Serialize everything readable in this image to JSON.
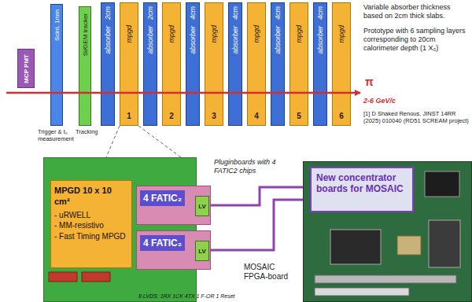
{
  "diagram": {
    "nodes": [
      {
        "text": [
          "MCP PMT"
        ]
      },
      {
        "text": [
          "Scint. 1mm"
        ]
      },
      {
        "text": [
          "Si/GEM tracker"
        ]
      },
      {
        "text": [
          "2cm",
          "absorber"
        ]
      },
      {
        "text": [
          "mpgd",
          "1"
        ]
      },
      {
        "text": [
          "2cm",
          "absorber"
        ]
      },
      {
        "text": [
          "mpgd",
          "2"
        ]
      },
      {
        "text": [
          "4cm",
          "absorber"
        ]
      },
      {
        "text": [
          "mpgd",
          "3"
        ]
      },
      {
        "text": [
          "4cm",
          "absorber"
        ]
      },
      {
        "text": [
          "mpgd",
          "4"
        ]
      },
      {
        "text": [
          "4cm",
          "absorber"
        ]
      },
      {
        "text": [
          "mpgd",
          "5"
        ]
      },
      {
        "text": [
          "4cm",
          "absorber"
        ]
      },
      {
        "text": [
          "mpgd",
          "6"
        ]
      },
      {
        "text": [
          "8 LVDS: 1RX 1CK 4TX 1 F-OR 1 Reset"
        ]
      },
      {
        "text": [
          "MPGD 10 x 10 cm²",
          "- uRWELL",
          "- MM-resistivo",
          "- Fast Timing MPGD"
        ],
        "in": 15
      },
      {
        "text": [
          "4 FATIC₂"
        ],
        "in": 15
      },
      {
        "text": [
          "LV"
        ],
        "in": 17
      },
      {
        "text": [
          "4 FATIC₂"
        ],
        "in": 15
      },
      {
        "text": [
          "LV"
        ],
        "in": 19
      },
      {
        "text": [
          "MOSAIC FPGA-board"
        ]
      },
      {
        "text": [
          "New concentrator boards for MOSAIC"
        ],
        "in": 21
      }
    ],
    "edges": [
      {
        "from": 4,
        "to": 15,
        "arrow": "none"
      },
      {
        "from": 4,
        "to": 15,
        "arrow": "none"
      },
      {
        "from": 17,
        "to": 22,
        "arrow": "none"
      },
      {
        "from": 19,
        "to": 22,
        "arrow": "none"
      }
    ],
    "labels": [
      "Trigger & t₀ measurement",
      "Tracking",
      "Variable absorber thickness based on 2cm thick slabs.",
      "Prototype with 6 sampling layers corresponding to 20cm calorimeter depth (1 X₀)",
      "π",
      "2-6 GeV/c",
      "[1] D Shaked Renous, JINST 14RR (2025) 010040 (RD51 SCREAM project)",
      "Pluginboards with 4 FATIC2 chips"
    ]
  }
}
